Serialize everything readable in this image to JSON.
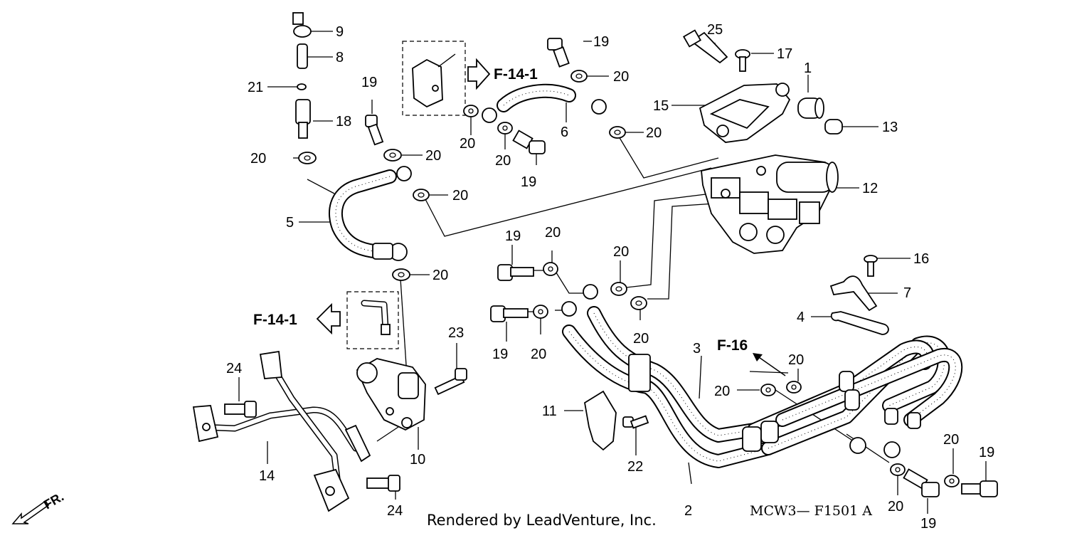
{
  "diagram": {
    "parts": [
      {
        "label": "1"
      },
      {
        "label": "2"
      },
      {
        "label": "3"
      },
      {
        "label": "4"
      },
      {
        "label": "5"
      },
      {
        "label": "6"
      },
      {
        "label": "7"
      },
      {
        "label": "8"
      },
      {
        "label": "9"
      },
      {
        "label": "10"
      },
      {
        "label": "11"
      },
      {
        "label": "12"
      },
      {
        "label": "13"
      },
      {
        "label": "14"
      },
      {
        "label": "15"
      },
      {
        "label": "16"
      },
      {
        "label": "17"
      },
      {
        "label": "18"
      },
      {
        "label": "19"
      },
      {
        "label": "20"
      },
      {
        "label": "21"
      },
      {
        "label": "22"
      },
      {
        "label": "23"
      },
      {
        "label": "24"
      },
      {
        "label": "25"
      }
    ],
    "references": {
      "upper": "F-14-1",
      "lower": "F-14-1",
      "right": "F-16"
    },
    "direction_label": "FR.",
    "credit": "Rendered by LeadVenture, Inc.",
    "figure_code": "MCW3— F1501 A"
  }
}
